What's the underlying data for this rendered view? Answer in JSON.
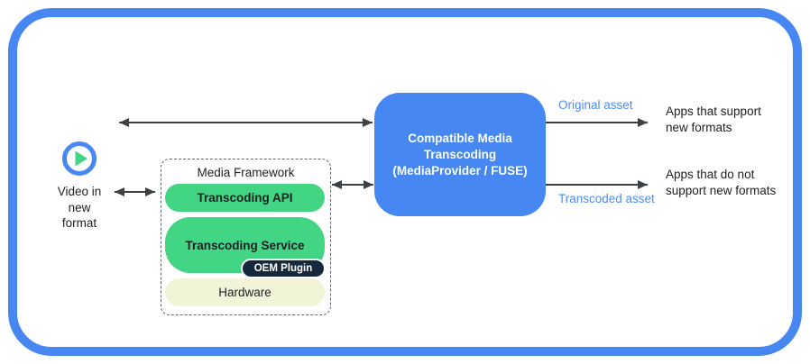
{
  "source": {
    "icon": "play",
    "label_lines": [
      "Video in",
      "new",
      "format"
    ]
  },
  "media_framework": {
    "title": "Media Framework",
    "api_label": "Transcoding API",
    "service_label": "Transcoding Service",
    "oem_label": "OEM Plugin",
    "hardware_label": "Hardware"
  },
  "transcoder_box": {
    "line1": "Compatible Media",
    "line2": "Transcoding",
    "line3": "(MediaProvider / FUSE)"
  },
  "flows": {
    "original_asset": "Original asset",
    "transcoded_asset": "Transcoded asset"
  },
  "consumers": {
    "support": {
      "line1": "Apps that support",
      "line2": "new formats"
    },
    "no_support": {
      "line1": "Apps that do not",
      "line2": "support new formats"
    }
  },
  "colors": {
    "frame_blue": "#4687F1",
    "box_blue": "#4687F1",
    "accent_green": "#41D584",
    "hardware_pale": "#F1F4D7",
    "oem_navy": "#16293A",
    "arrow_gray": "#3C4043",
    "flow_label_blue": "#4D8DF5",
    "text_dark": "#202124"
  }
}
